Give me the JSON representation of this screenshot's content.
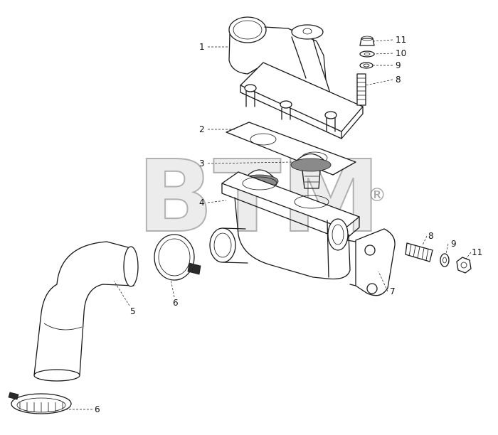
{
  "diagram": {
    "callouts": [
      {
        "id": "c1",
        "label": "1"
      },
      {
        "id": "c2",
        "label": "2"
      },
      {
        "id": "c3",
        "label": "3"
      },
      {
        "id": "c4",
        "label": "4"
      },
      {
        "id": "c5",
        "label": "5"
      },
      {
        "id": "c6a",
        "label": "6"
      },
      {
        "id": "c6b",
        "label": "6"
      },
      {
        "id": "c7",
        "label": "7"
      },
      {
        "id": "c8a",
        "label": "8"
      },
      {
        "id": "c8b",
        "label": "8"
      },
      {
        "id": "c9a",
        "label": "9"
      },
      {
        "id": "c9b",
        "label": "9"
      },
      {
        "id": "c10",
        "label": "10"
      },
      {
        "id": "c11a",
        "label": "11"
      },
      {
        "id": "c11b",
        "label": "11"
      }
    ]
  },
  "watermark": {
    "text": "BTM",
    "registered": "®"
  }
}
